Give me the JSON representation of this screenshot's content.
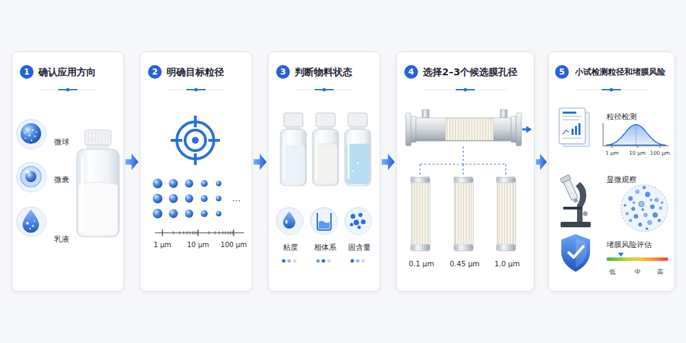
{
  "diagram": {
    "nodes": [
      {
        "text": [
          "确认应用方向"
        ]
      },
      {
        "text": [
          "1"
        ],
        "in": 0
      },
      {
        "text": [
          "微球"
        ],
        "in": 0
      },
      {
        "text": [
          "微囊"
        ],
        "in": 0
      },
      {
        "text": [
          "乳液"
        ],
        "in": 0
      },
      {
        "text": [
          "明确目标粒径"
        ]
      },
      {
        "text": [
          "2"
        ],
        "in": 5
      },
      {
        "text": [
          "判断物料状态"
        ]
      },
      {
        "text": [
          "3"
        ],
        "in": 7
      },
      {
        "text": [
          "粘度"
        ],
        "in": 7
      },
      {
        "text": [
          "相体系"
        ],
        "in": 7
      },
      {
        "text": [
          "固含量"
        ],
        "in": 7
      },
      {
        "text": [
          "选择2–3个候选膜孔径"
        ]
      },
      {
        "text": [
          "4"
        ],
        "in": 12
      },
      {
        "text": [
          "0.1 μm"
        ],
        "in": 12
      },
      {
        "text": [
          "0.45 μm"
        ],
        "in": 12
      },
      {
        "text": [
          "1.0 μm"
        ],
        "in": 12
      },
      {
        "text": [
          "小试检测粒径和堵膜风险"
        ]
      },
      {
        "text": [
          "5"
        ],
        "in": 17
      }
    ],
    "edges": [
      {
        "from": 0,
        "to": 5,
        "arrow": "to"
      },
      {
        "from": 5,
        "to": 7,
        "arrow": "to"
      },
      {
        "from": 7,
        "to": 12,
        "arrow": "to"
      },
      {
        "from": 12,
        "to": 17,
        "arrow": "to"
      }
    ],
    "labels": [
      "1 μm",
      "10 μm",
      "100 μm",
      "…",
      "粒径检测",
      "1 μm",
      "10 μm",
      "100 μm",
      "显微观察",
      "堵膜风险评估",
      "低",
      "中",
      "高"
    ]
  }
}
